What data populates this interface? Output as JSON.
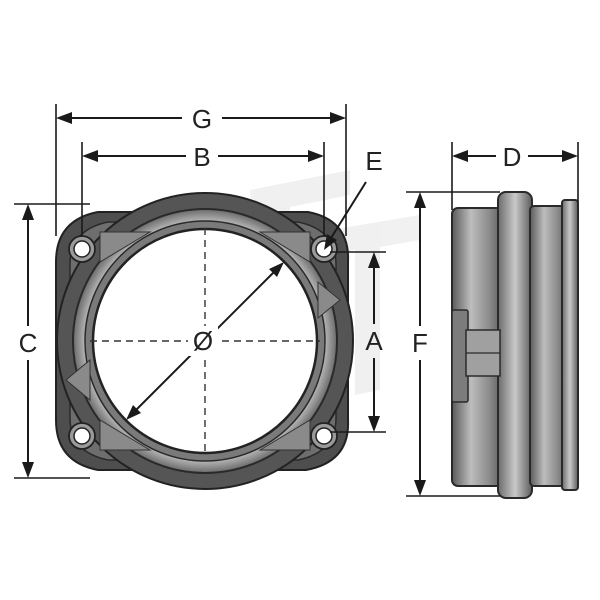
{
  "labels": {
    "G": "G",
    "B": "B",
    "E": "E",
    "D": "D",
    "C": "C",
    "A": "A",
    "F": "F",
    "diameter": "Ø"
  },
  "colors": {
    "flange_dark": "#4a4a4a",
    "flange_mid": "#6b6b6b",
    "ring_light": "#9a9a9a",
    "highlight": "#d8d8d8",
    "line": "#1a1a1a"
  }
}
